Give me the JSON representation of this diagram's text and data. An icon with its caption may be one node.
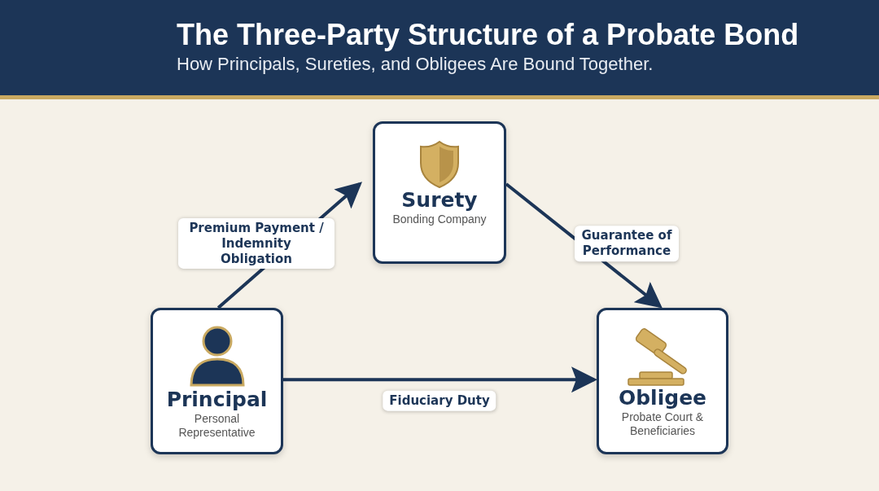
{
  "diagram": {
    "title": "The Three-Party Structure of a Probate Bond",
    "nodes": [
      {
        "text": [
          "Surety",
          "Bonding Company"
        ]
      },
      {
        "text": [
          "Principal",
          "Personal Representative"
        ]
      },
      {
        "text": [
          "Obligee",
          "Probate Court & Beneficiaries"
        ]
      }
    ],
    "edges": [
      {
        "from": 1,
        "to": 0,
        "arrow": "to",
        "label": "Premium Payment / Indemnity Obligation"
      },
      {
        "from": 0,
        "to": 2,
        "arrow": "to",
        "label": "Guarantee of Performance"
      },
      {
        "from": 1,
        "to": 2,
        "arrow": "to",
        "label": "Fiduciary Duty"
      }
    ],
    "labels": [
      "How Principals, Sureties, and Obligees Are Bound Together."
    ]
  }
}
